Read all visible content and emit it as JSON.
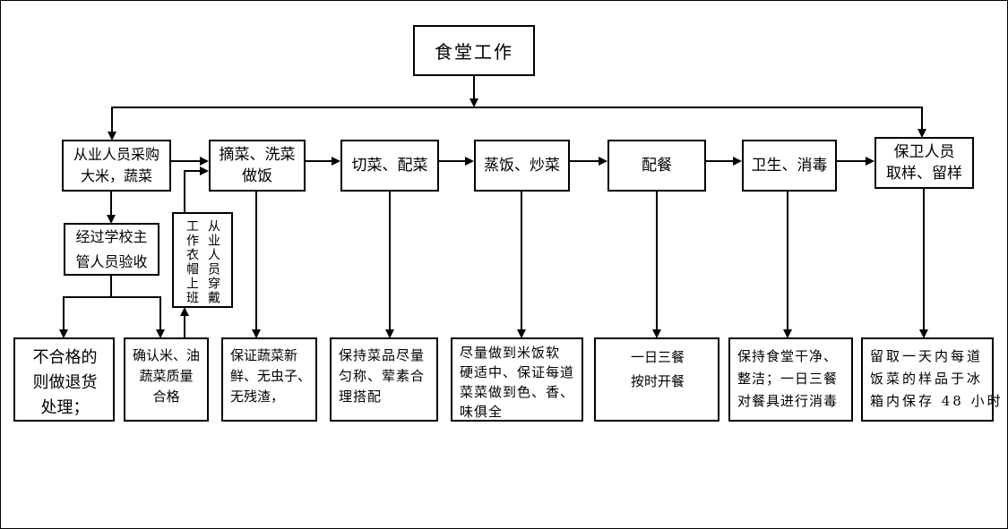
{
  "canvas": {
    "root": {
      "label": "食堂工作"
    },
    "process_row": [
      {
        "lines": [
          "从业人员采购",
          "大米，蔬菜"
        ]
      },
      {
        "lines": [
          "摘菜、洗菜",
          "做饭"
        ]
      },
      {
        "lines": [
          "切菜、配菜"
        ]
      },
      {
        "lines": [
          "蒸饭、炒菜"
        ]
      },
      {
        "lines": [
          "配餐"
        ]
      },
      {
        "lines": [
          "卫生、消毒"
        ]
      },
      {
        "lines": [
          "保卫人员",
          "取样、留样"
        ]
      }
    ],
    "acceptance": {
      "lines": [
        "经过学校主",
        "管人员验收"
      ]
    },
    "uniform": {
      "columns": [
        "从业人员穿戴",
        "工作衣帽上班"
      ]
    },
    "bottom_row": [
      {
        "lines": [
          "不合格的",
          "则做退货",
          "处理；"
        ]
      },
      {
        "lines": [
          "确认米、油",
          "蔬菜质量",
          "合格"
        ]
      },
      {
        "lines": [
          "保证蔬菜新",
          "鲜、无虫子、",
          "无残渣，"
        ]
      },
      {
        "lines": [
          "保持菜品尽量",
          "匀称、荤素合",
          "理搭配"
        ]
      },
      {
        "lines": [
          "尽量做到米饭软",
          "硬适中、保证每道",
          "菜菜做到色、香、",
          "味俱全"
        ]
      },
      {
        "lines": [
          "一日三餐",
          "按时开餐"
        ]
      },
      {
        "lines": [
          "保持食堂干净、",
          "整洁；一日三餐",
          "对餐具进行消毒"
        ]
      },
      {
        "lines": [
          "留取一天内每道",
          "饭菜的样品于冰",
          "箱内保存 48 小时"
        ]
      }
    ],
    "line_color": "#000000",
    "background_color": "#ffffff"
  }
}
